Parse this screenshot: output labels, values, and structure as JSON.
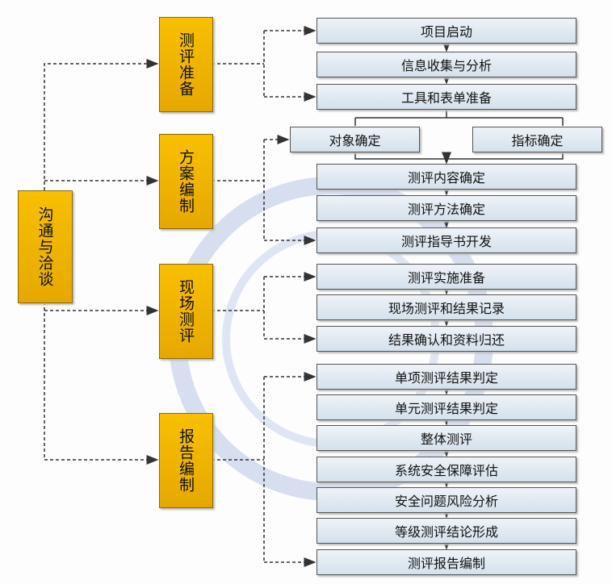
{
  "root": {
    "label": "沟通与洽谈"
  },
  "phases": [
    {
      "label": "测评准备"
    },
    {
      "label": "方案编制"
    },
    {
      "label": "现场测评"
    },
    {
      "label": "报告编制"
    }
  ],
  "steps": [
    "项目启动",
    "信息收集与分析",
    "工具和表单准备",
    "对象确定",
    "指标确定",
    "测评内容确定",
    "测评方法确定",
    "测评指导书开发",
    "测评实施准备",
    "现场测评和结果记录",
    "结果确认和资料归还",
    "单项测评结果判定",
    "单元测评结果判定",
    "整体测评",
    "系统安全保障评估",
    "安全问题风险分析",
    "等级测评结论形成",
    "测评报告编制"
  ],
  "colors": {
    "phase": "#f5b800",
    "step": "#dce7f0",
    "watermark": "#c8d4ea"
  }
}
